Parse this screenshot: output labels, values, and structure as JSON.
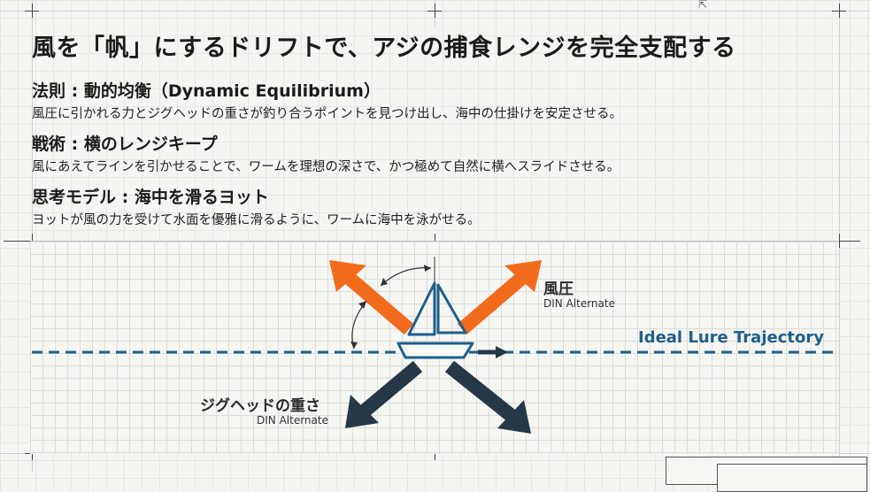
{
  "title": "風を「帆」にするドリフトで、アジの捕食レンジを完全支配する",
  "sections": [
    {
      "heading": "法則 : 動的均衡（Dynamic Equilibrium）",
      "body": "風圧に引かれる力とジグヘッドの重さが釣り合うポイントを見つけ出し、海中の仕掛けを安定させる。"
    },
    {
      "heading": "戦術 : 横のレンジキープ",
      "body": "風にあえてラインを引かせることで、ワームを理想の深さで、かつ極めて自然に横へスライドさせる。"
    },
    {
      "heading": "思考モデル : 海中を滑るヨット",
      "body": "ヨットが風の力を受けて水面を優雅に滑るように、ワームに海中を泳がせる。"
    }
  ],
  "diagram": {
    "wind_label": "風圧",
    "wind_sub": "DIN Alternate",
    "weight_label": "ジグヘッドの重さ",
    "weight_sub": "DIN Alternate",
    "trajectory_label": "Ideal Lure Trajectory",
    "colors": {
      "wind_arrow": "#f26b1d",
      "weight_arrow": "#263845",
      "trajectory": "#1f5f8b",
      "boat": "#1f5f8b"
    }
  }
}
